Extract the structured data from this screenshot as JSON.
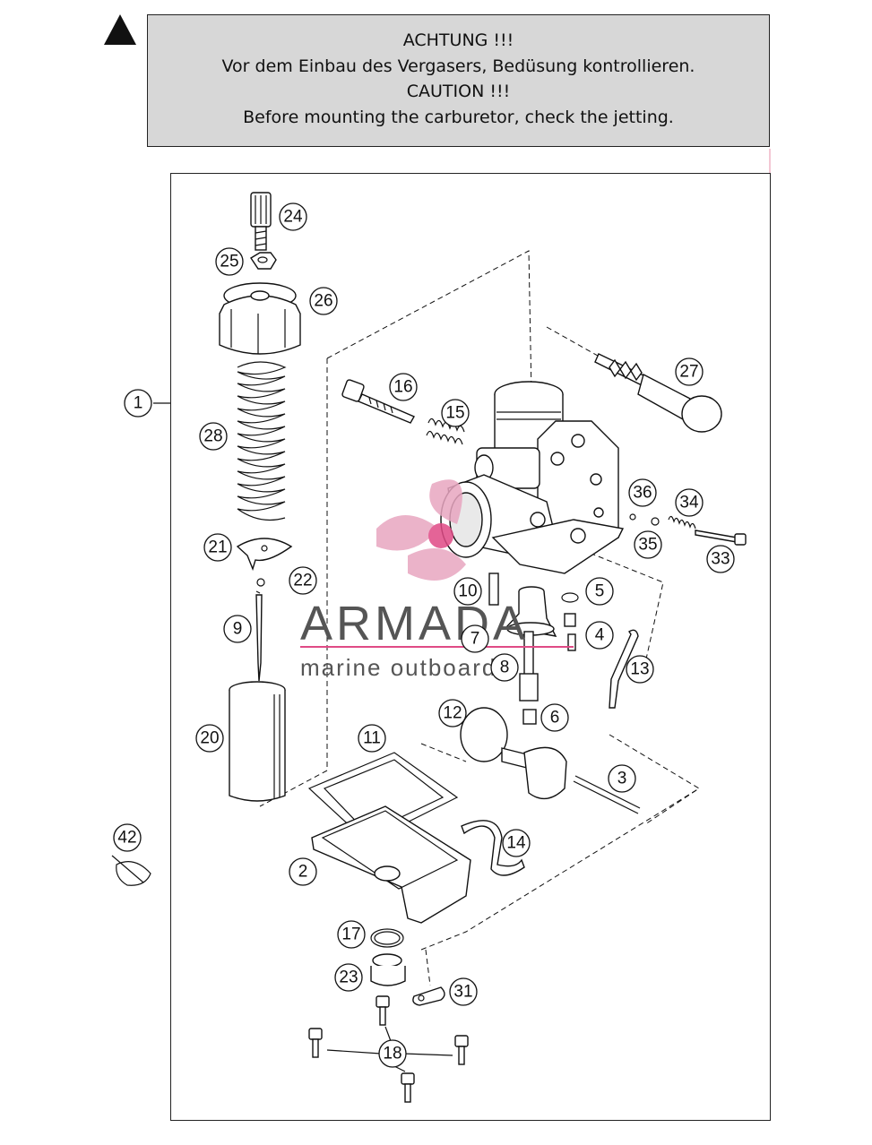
{
  "warning": {
    "icon": "warning-triangle-icon",
    "lines": [
      "ACHTUNG !!!",
      "Vor dem Einbau des Vergasers, Bedüsung kontrollieren.",
      "CAUTION !!!",
      "Before mounting the carburetor, check the jetting."
    ]
  },
  "watermark": {
    "brand": "ARMADA",
    "tagline": "marine outboards",
    "colors": {
      "logo": "#e8a6c0",
      "text": "#555555",
      "accent": "#e04a86"
    }
  },
  "callouts": {
    "c1": "1",
    "c2": "2",
    "c3": "3",
    "c4": "4",
    "c5": "5",
    "c6": "6",
    "c7": "7",
    "c8": "8",
    "c9": "9",
    "c10": "10",
    "c11": "11",
    "c12": "12",
    "c13": "13",
    "c14": "14",
    "c15": "15",
    "c16": "16",
    "c17": "17",
    "c18": "18",
    "c20": "20",
    "c21": "21",
    "c22": "22",
    "c23": "23",
    "c24": "24",
    "c25": "25",
    "c26": "26",
    "c27": "27",
    "c28": "28",
    "c31": "31",
    "c33": "33",
    "c34": "34",
    "c35": "35",
    "c36": "36",
    "c42": "42"
  }
}
